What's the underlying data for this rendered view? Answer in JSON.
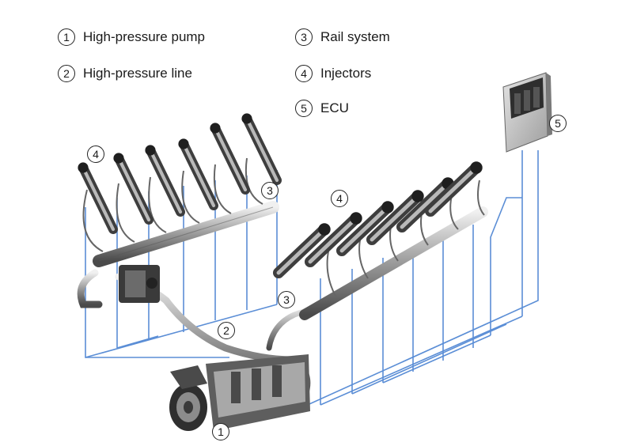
{
  "legend": [
    {
      "num": "1",
      "label": "High-pressure pump"
    },
    {
      "num": "2",
      "label": "High-pressure line"
    },
    {
      "num": "3",
      "label": "Rail system"
    },
    {
      "num": "4",
      "label": "Injectors"
    },
    {
      "num": "5",
      "label": "ECU"
    }
  ],
  "callouts": {
    "pump": "1",
    "line": "2",
    "rail_left": "3",
    "rail_right": "3",
    "injectors_left": "4",
    "injectors_right": "4",
    "ecu": "5"
  },
  "colors": {
    "wiring": "#5b8ed6",
    "metal_dark": "#3c3c3c",
    "metal_mid": "#8a8a8a",
    "metal_light": "#d4d4d4",
    "ecu_body": "#c9c9c9"
  }
}
